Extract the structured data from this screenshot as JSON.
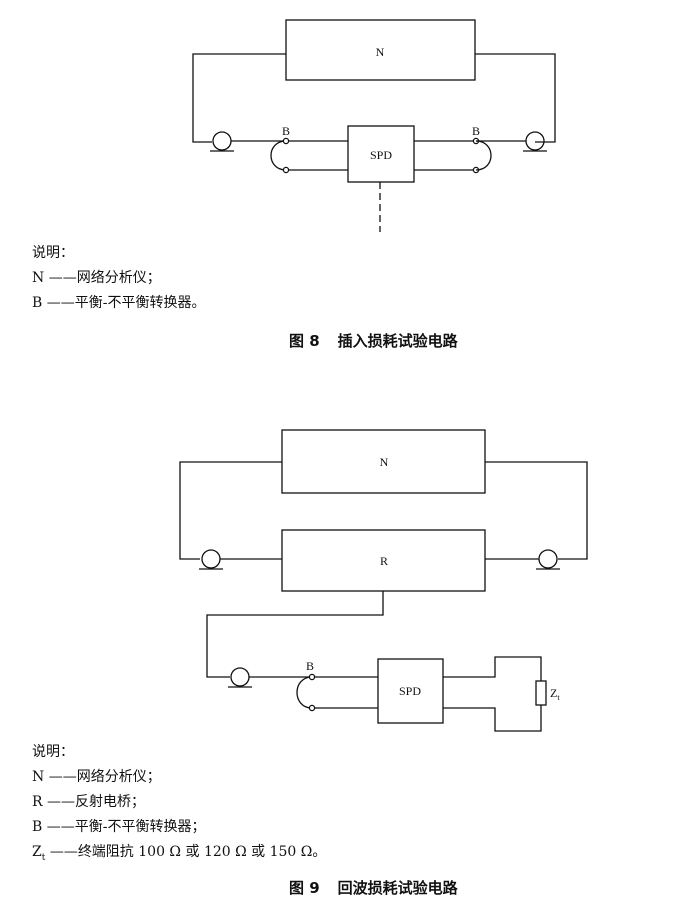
{
  "figure8": {
    "labels": {
      "N": "N",
      "SPD": "SPD",
      "B_left": "B",
      "B_right": "B"
    },
    "legend": {
      "title": "说明：",
      "items": [
        {
          "symbol": "N",
          "dash": "——",
          "text": "网络分析仪；"
        },
        {
          "symbol": "B",
          "dash": "——",
          "text": "平衡-不平衡转换器。"
        }
      ]
    },
    "caption": {
      "number": "图 8",
      "title": "插入损耗试验电路"
    }
  },
  "figure9": {
    "labels": {
      "N": "N",
      "R": "R",
      "SPD": "SPD",
      "B": "B",
      "Z_main": "Z",
      "Z_sub": "t"
    },
    "legend": {
      "title": "说明：",
      "items": [
        {
          "symbol": "N",
          "dash": "——",
          "text": "网络分析仪；"
        },
        {
          "symbol": "R",
          "dash": "——",
          "text": "反射电桥；"
        },
        {
          "symbol": "B",
          "dash": "——",
          "text": "平衡-不平衡转换器；"
        },
        {
          "symbol_main": "Z",
          "symbol_sub": "t",
          "dash": "——",
          "text": "终端阻抗 100 Ω 或 120 Ω 或 150 Ω。"
        }
      ]
    },
    "caption": {
      "number": "图 9",
      "title": "回波损耗试验电路"
    }
  }
}
